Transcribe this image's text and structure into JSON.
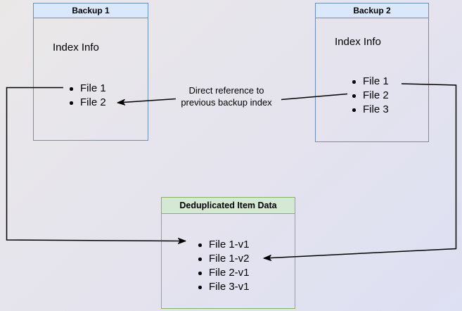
{
  "diagram": {
    "background_top_left": "#eae8e7",
    "background_bottom_right": "#dde0f3",
    "arrow_color": "#000000",
    "annotation": {
      "text": "Direct reference to\nprevious backup index"
    },
    "boxes": [
      {
        "title": "Backup 1",
        "subtitle": "Index Info",
        "files": [
          "File 1",
          "File 2"
        ],
        "header_fill": "#dae8fc",
        "border_color": "#6c8ebf"
      },
      {
        "title": "Backup 2",
        "subtitle": "Index Info",
        "files": [
          "File 1",
          "File 2",
          "File 3"
        ],
        "header_fill": "#dae8fc",
        "border_color": "#6c8ebf"
      },
      {
        "title": "Deduplicated Item Data",
        "files": [
          "File 1-v1",
          "File 1-v2",
          "File 2-v1",
          "File 3-v1"
        ],
        "header_fill": "#d5e8d4",
        "border_color": "#82b366"
      }
    ],
    "arrows": [
      {
        "name": "direct-reference",
        "from": "Backup 2 / File 2",
        "to": "Backup 1 / File 2"
      },
      {
        "name": "backup1-file1-to-dedup",
        "from": "Backup 1 / File 1",
        "to": "File 1-v1"
      },
      {
        "name": "backup2-file1-to-dedup",
        "from": "Backup 2 / File 1",
        "to": "File 1-v2"
      }
    ]
  }
}
